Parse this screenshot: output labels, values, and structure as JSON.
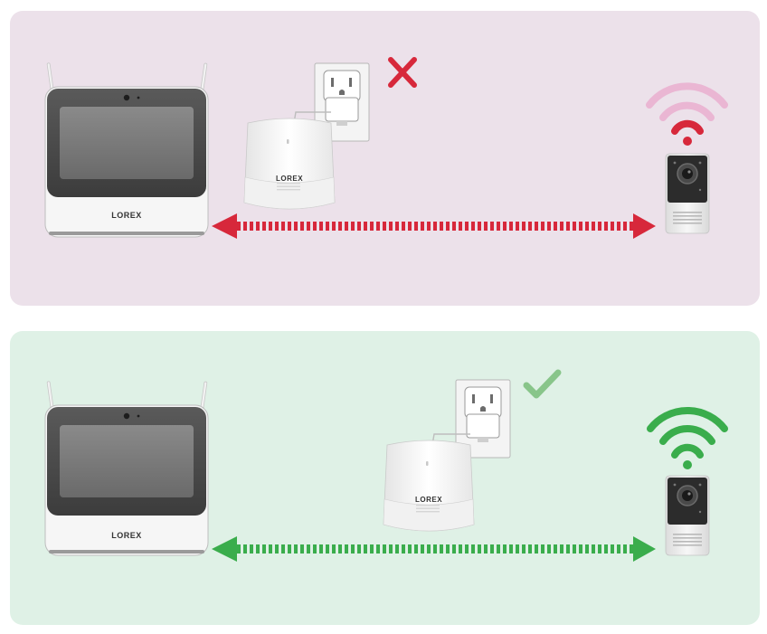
{
  "brand_label": "LOREX",
  "colors": {
    "bad_bg": "#ece1ea",
    "good_bg": "#dff1e6",
    "bad_accent": "#d7283b",
    "bad_faint": "#eab6d3",
    "good_accent": "#3aad4c"
  },
  "scenarios": [
    {
      "id": "bad",
      "status_icon": "x-mark-icon",
      "wifi_strength": 0.33,
      "link_arrow": "red-dashed-double-arrow"
    },
    {
      "id": "good",
      "status_icon": "check-mark-icon",
      "wifi_strength": 1.0,
      "link_arrow": "green-dashed-double-arrow"
    }
  ]
}
